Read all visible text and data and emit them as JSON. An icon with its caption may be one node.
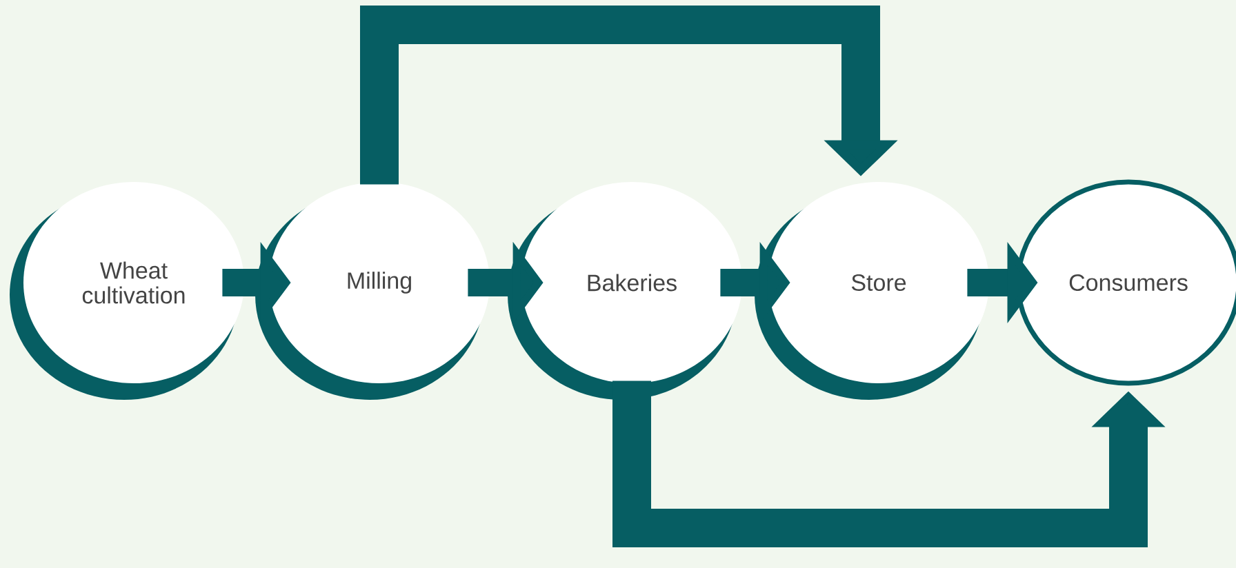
{
  "diagram": {
    "nodes": [
      {
        "text": [
          "Wheat cultivation"
        ]
      },
      {
        "text": [
          "Milling"
        ]
      },
      {
        "text": [
          "Bakeries"
        ]
      },
      {
        "text": [
          "Store"
        ]
      },
      {
        "text": [
          "Consumers"
        ]
      }
    ],
    "edges": [
      {
        "from": 0,
        "to": 1,
        "arrow": "to"
      },
      {
        "from": 1,
        "to": 2,
        "arrow": "to"
      },
      {
        "from": 2,
        "to": 3,
        "arrow": "to"
      },
      {
        "from": 3,
        "to": 4,
        "arrow": "to"
      },
      {
        "from": 1,
        "to": 3,
        "arrow": "to"
      },
      {
        "from": 2,
        "to": 4,
        "arrow": "to"
      }
    ]
  }
}
